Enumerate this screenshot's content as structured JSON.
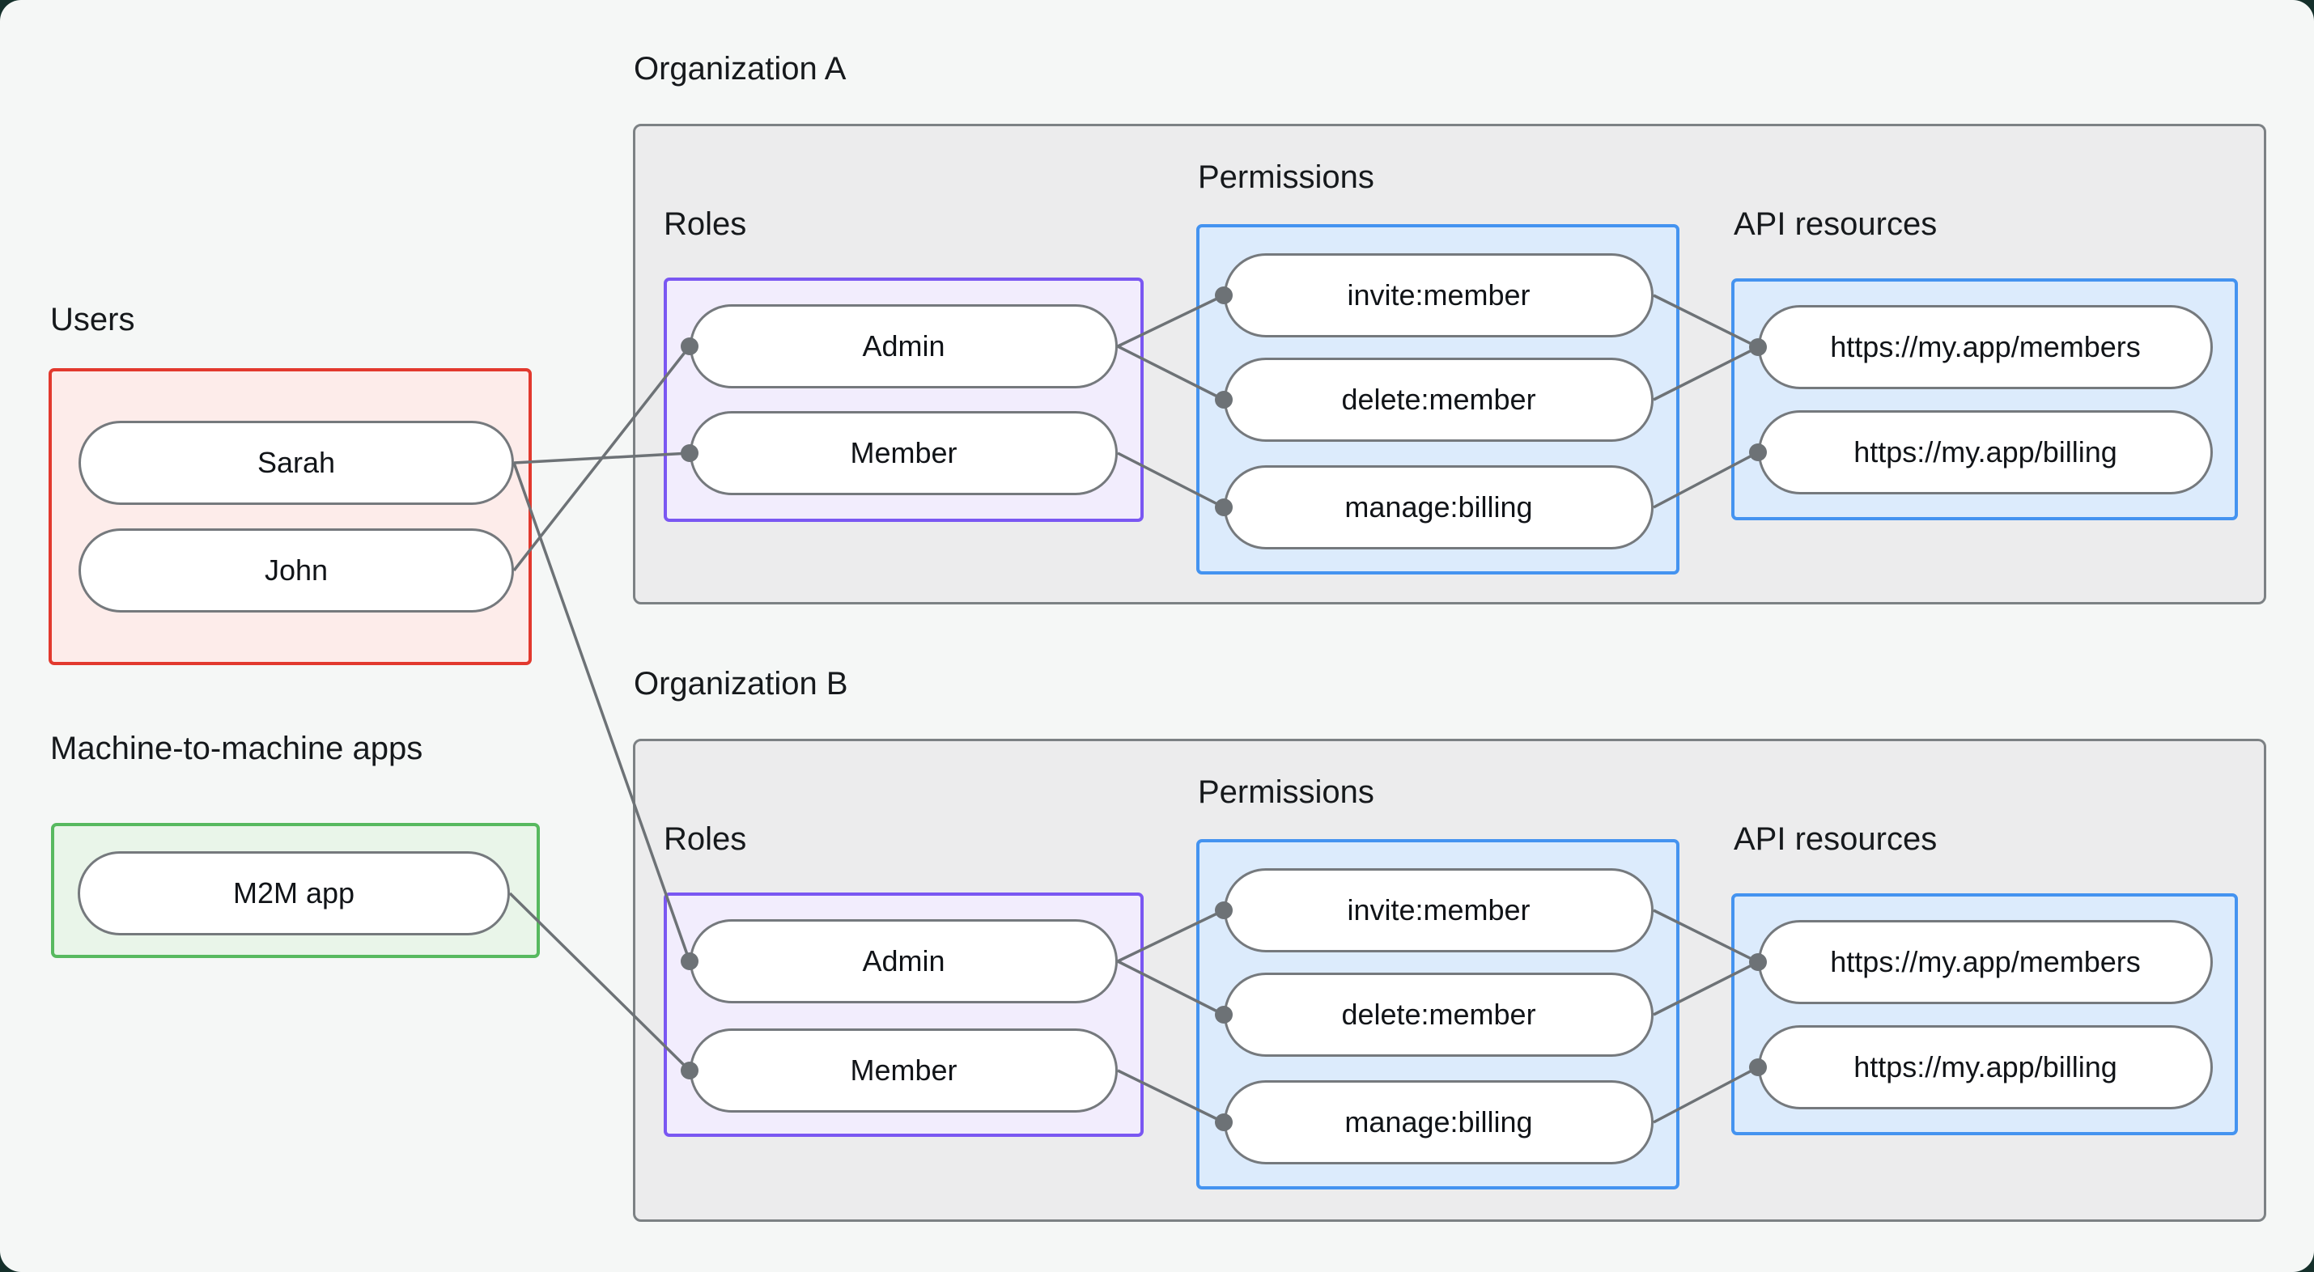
{
  "users": {
    "label": "Users",
    "items": [
      "Sarah",
      "John"
    ]
  },
  "m2m": {
    "label": "Machine-to-machine apps",
    "items": [
      "M2M app"
    ]
  },
  "orgs": [
    {
      "label": "Organization A",
      "roles_label": "Roles",
      "permissions_label": "Permissions",
      "api_label": "API resources",
      "roles": [
        "Admin",
        "Member"
      ],
      "permissions": [
        "invite:member",
        "delete:member",
        "manage:billing"
      ],
      "api_resources": [
        "https://my.app/members",
        "https://my.app/billing"
      ]
    },
    {
      "label": "Organization B",
      "roles_label": "Roles",
      "permissions_label": "Permissions",
      "api_label": "API resources",
      "roles": [
        "Admin",
        "Member"
      ],
      "permissions": [
        "invite:member",
        "delete:member",
        "manage:billing"
      ],
      "api_resources": [
        "https://my.app/members",
        "https://my.app/billing"
      ]
    }
  ],
  "connections": [
    {
      "from": "Sarah",
      "to": "Organization A / Member"
    },
    {
      "from": "John",
      "to": "Organization A / Admin"
    },
    {
      "from": "Sarah",
      "to": "Organization B / Admin"
    },
    {
      "from": "M2M app",
      "to": "Organization B / Member"
    },
    {
      "from": "Organization A / Admin",
      "to": "Organization A / invite:member"
    },
    {
      "from": "Organization A / Admin",
      "to": "Organization A / delete:member"
    },
    {
      "from": "Organization A / Member",
      "to": "Organization A / manage:billing"
    },
    {
      "from": "Organization A / invite:member",
      "to": "Organization A / https://my.app/members"
    },
    {
      "from": "Organization A / delete:member",
      "to": "Organization A / https://my.app/members"
    },
    {
      "from": "Organization A / manage:billing",
      "to": "Organization A / https://my.app/billing"
    },
    {
      "from": "Organization B / Admin",
      "to": "Organization B / invite:member"
    },
    {
      "from": "Organization B / Admin",
      "to": "Organization B / delete:member"
    },
    {
      "from": "Organization B / Member",
      "to": "Organization B / manage:billing"
    },
    {
      "from": "Organization B / invite:member",
      "to": "Organization B / https://my.app/members"
    },
    {
      "from": "Organization B / delete:member",
      "to": "Organization B / https://my.app/members"
    },
    {
      "from": "Organization B / manage:billing",
      "to": "Organization B / https://my.app/billing"
    }
  ],
  "colors": {
    "page_bg": "#f5f7f6",
    "backdrop": "#15302b",
    "org_box_bg": "#ececed",
    "org_box_border": "#7c8184",
    "users_border": "#e2392e",
    "users_bg": "#fdecea",
    "m2m_border": "#57b95f",
    "m2m_bg": "#e9f5e9",
    "roles_border": "#7a57f2",
    "roles_bg": "#f2edfd",
    "permissions_border": "#4493f0",
    "permissions_bg": "#dcebfc",
    "pill_border": "#75797d",
    "pill_bg": "#ffffff",
    "edge": "#6d7276",
    "text": "#16191c"
  }
}
